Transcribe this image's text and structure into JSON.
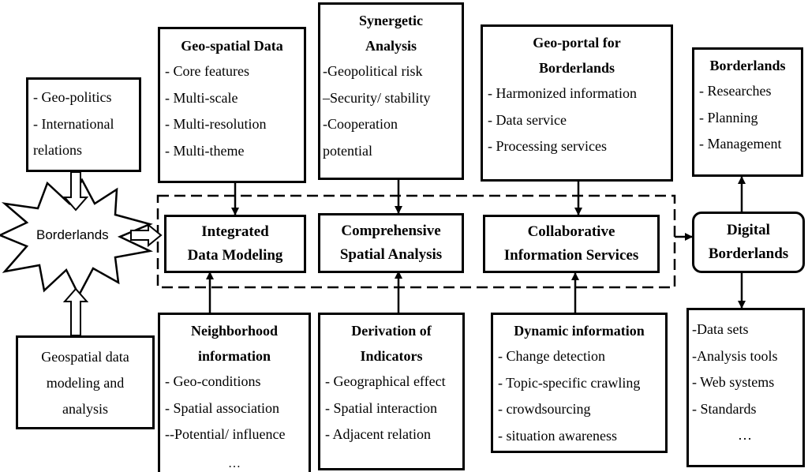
{
  "burst_label": "Borderlands",
  "geopolitics": {
    "lines": [
      "- Geo-politics",
      "- International",
      "relations"
    ]
  },
  "modeling": {
    "lines": [
      "Geospatial data",
      "modeling and",
      "analysis"
    ]
  },
  "geospatial": {
    "title": "Geo-spatial Data",
    "items": [
      "- Core features",
      "- Multi-scale",
      "- Multi-resolution",
      "- Multi-theme"
    ]
  },
  "synergetic": {
    "title_line1": "Synergetic",
    "title_line2": "Analysis",
    "items": [
      "-Geopolitical risk",
      "–Security/ stability",
      "-Cooperation",
      "potential"
    ]
  },
  "geoportal": {
    "title_line1": "Geo-portal for",
    "title_line2": "Borderlands",
    "items": [
      "- Harmonized information",
      "- Data service",
      "- Processing services"
    ]
  },
  "uses": {
    "title": "Borderlands",
    "items": [
      "- Researches",
      "- Planning",
      "- Management"
    ]
  },
  "integrated": {
    "line1": "Integrated",
    "line2": "Data Modeling"
  },
  "comprehensive": {
    "line1": "Comprehensive",
    "line2": "Spatial Analysis"
  },
  "collaborative": {
    "line1": "Collaborative",
    "line2": "Information Services"
  },
  "digital": {
    "line1": "Digital",
    "line2": "Borderlands"
  },
  "neighborhood": {
    "title_line1": "Neighborhood",
    "title_line2": "information",
    "items": [
      "- Geo-conditions",
      "- Spatial association",
      "--Potential/ influence"
    ],
    "ellipsis": "…"
  },
  "indicators": {
    "title_line1": "Derivation of",
    "title_line2": "Indicators",
    "items": [
      "- Geographical effect",
      "- Spatial interaction",
      "- Adjacent relation"
    ]
  },
  "dynamic": {
    "title": "Dynamic information",
    "items": [
      "- Change detection",
      "- Topic-specific crawling",
      "- crowdsourcing",
      "- situation awareness"
    ]
  },
  "outputs": {
    "items": [
      "-Data sets",
      "-Analysis tools",
      "- Web systems",
      "- Standards",
      "…"
    ]
  }
}
